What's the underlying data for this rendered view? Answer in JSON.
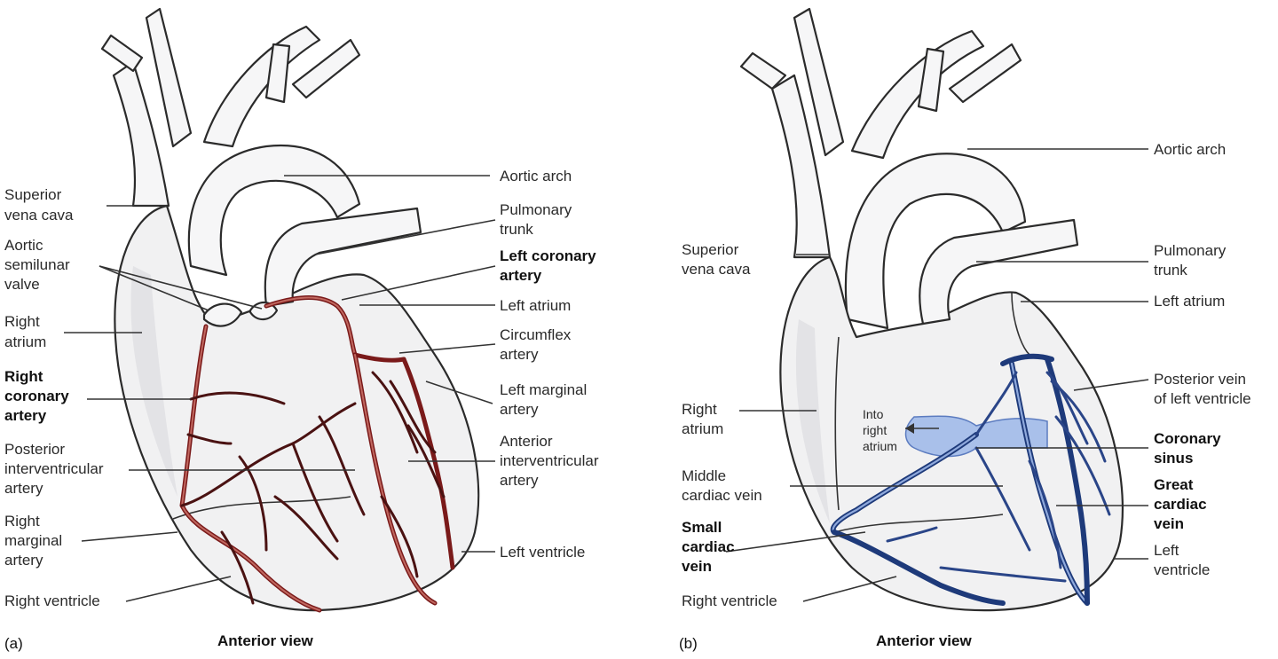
{
  "panel_a": {
    "letter": "(a)",
    "view": "Anterior view",
    "labels": {
      "superior_vena_cava": [
        "Superior",
        "vena cava"
      ],
      "aortic_semilunar_valve": [
        "Aortic",
        "semilunar",
        "valve"
      ],
      "right_atrium": [
        "Right",
        "atrium"
      ],
      "right_coronary_artery": [
        "Right",
        "coronary",
        "artery"
      ],
      "posterior_interventricular_artery": [
        "Posterior",
        "interventricular",
        "artery"
      ],
      "right_marginal_artery": [
        "Right",
        "marginal",
        "artery"
      ],
      "right_ventricle": [
        "Right ventricle"
      ],
      "aortic_arch": [
        "Aortic arch"
      ],
      "pulmonary_trunk": [
        "Pulmonary",
        "trunk"
      ],
      "left_coronary_artery": [
        "Left coronary",
        "artery"
      ],
      "left_atrium": [
        "Left atrium"
      ],
      "circumflex_artery": [
        "Circumflex",
        "artery"
      ],
      "left_marginal_artery": [
        "Left marginal",
        "artery"
      ],
      "anterior_interventricular_artery": [
        "Anterior",
        "interventricular",
        "artery"
      ],
      "left_ventricle": [
        "Left ventricle"
      ]
    }
  },
  "panel_b": {
    "letter": "(b)",
    "view": "Anterior view",
    "labels": {
      "superior_vena_cava": [
        "Superior",
        "vena cava"
      ],
      "right_atrium": [
        "Right",
        "atrium"
      ],
      "into_right_atrium": [
        "Into",
        "right",
        "atrium"
      ],
      "middle_cardiac_vein": [
        "Middle",
        "cardiac vein"
      ],
      "small_cardiac_vein": [
        "Small",
        "cardiac",
        "vein"
      ],
      "right_ventricle": [
        "Right ventricle"
      ],
      "aortic_arch": [
        "Aortic arch"
      ],
      "pulmonary_trunk": [
        "Pulmonary",
        "trunk"
      ],
      "left_atrium": [
        "Left atrium"
      ],
      "posterior_vein_of_left_ventricle": [
        "Posterior vein",
        "of left ventricle"
      ],
      "coronary_sinus": [
        "Coronary",
        "sinus"
      ],
      "great_cardiac_vein": [
        "Great",
        "cardiac",
        "vein"
      ],
      "left_ventricle": [
        "Left",
        "ventricle"
      ]
    }
  },
  "colors": {
    "artery": "#7a1a1a",
    "vein": "#1e3a7a",
    "heart_fill": "#f1f1f2"
  }
}
